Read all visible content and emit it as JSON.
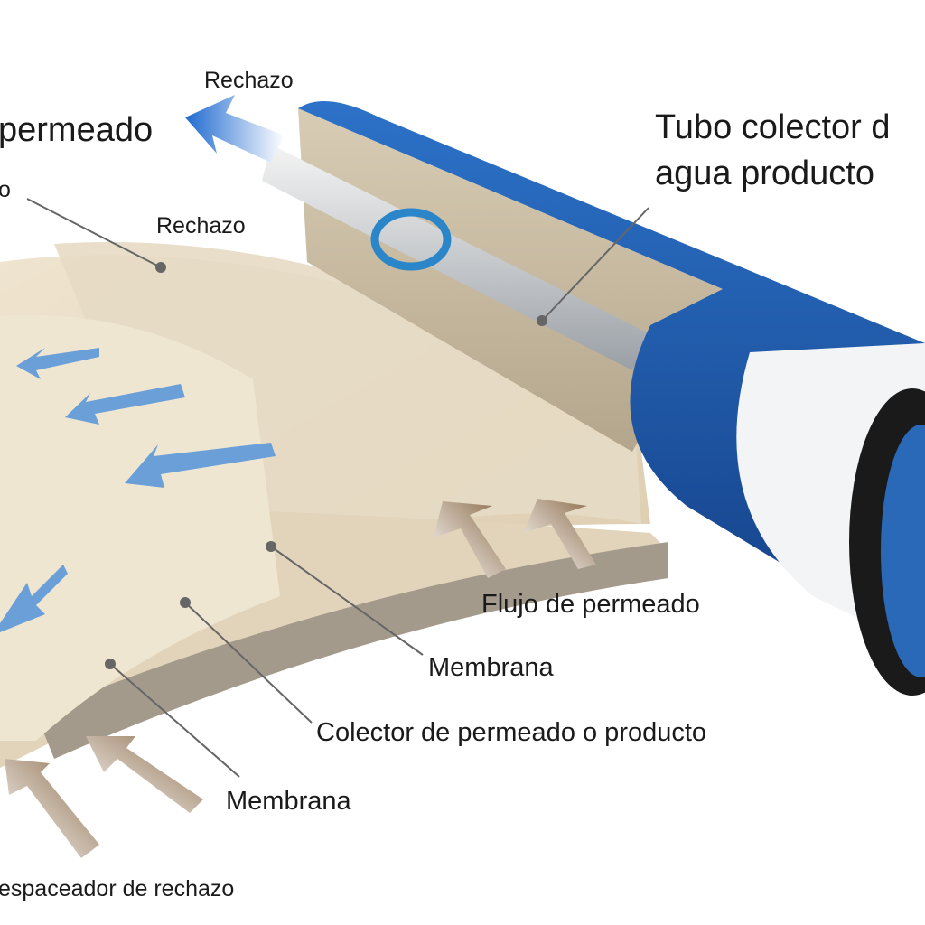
{
  "labels": {
    "rechazo_top": "Rechazo",
    "permeado": "permeado",
    "left_partial": "o",
    "rechazo_bottom": "Rechazo",
    "tubo_line1": "Tubo colector d",
    "tubo_line2": "agua producto",
    "flujo_permeado": "Flujo de permeado",
    "membrana_upper": "Membrana",
    "colector": "Colector de permeado o producto",
    "membrana_lower": "Membrana",
    "espaceador": "espaceador de rechazo"
  },
  "colors": {
    "membrane": "#e8dcc4",
    "tube_blue": "#1f5fb0",
    "arrow_blue": "#3a82d0",
    "arrow_brown": "#8a6a48"
  }
}
